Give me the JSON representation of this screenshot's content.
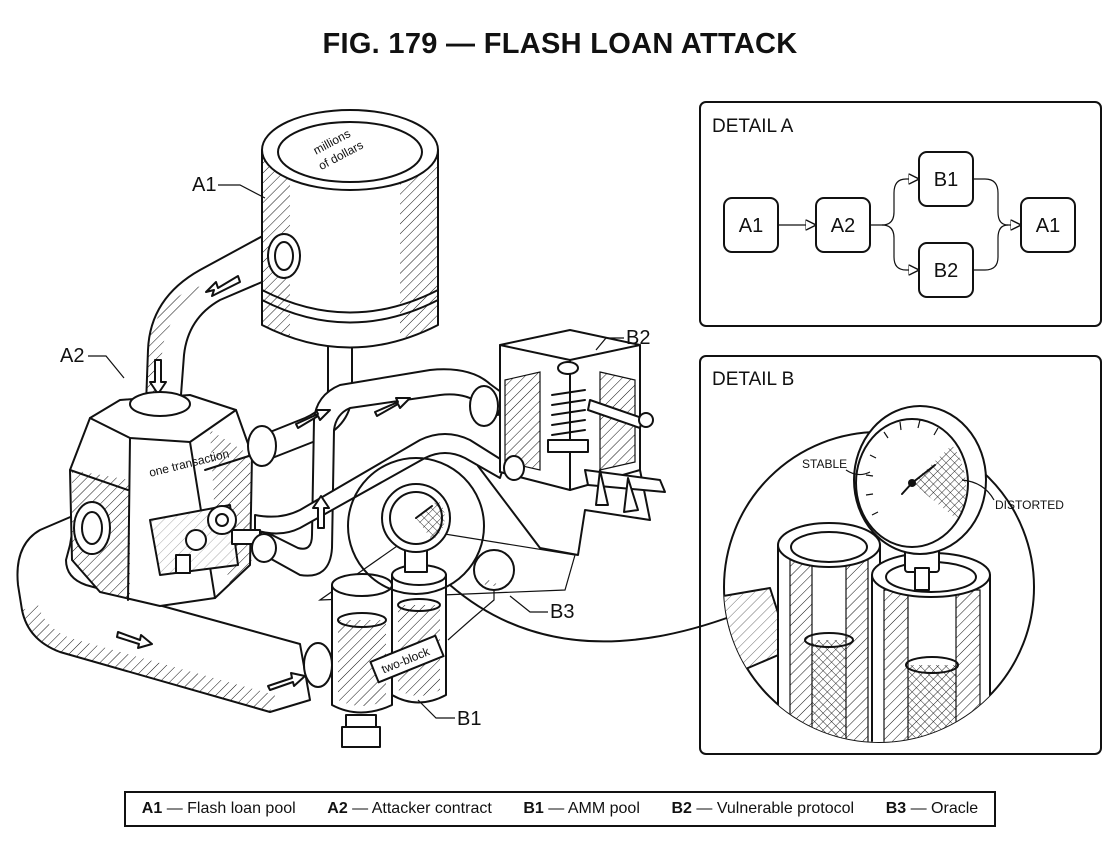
{
  "title": "FIG. 179 — FLASH LOAN ATTACK",
  "main": {
    "labels": {
      "a1": "A1",
      "a2": "A2",
      "b1": "B1",
      "b2": "B2",
      "b3": "B3"
    },
    "pool_label": "millions\nof dollars",
    "pool_label_lines": [
      "millions",
      "of dollars"
    ],
    "contract_label": "one transaction",
    "amm_label": "two-block"
  },
  "detail_a": {
    "title": "DETAIL A",
    "nodes": [
      "A1",
      "A2",
      "B1",
      "B2",
      "A1"
    ]
  },
  "detail_b": {
    "title": "DETAIL B",
    "stable_label": "STABLE",
    "distorted_label": "DISTORTED"
  },
  "legend": [
    {
      "key": "A1",
      "text": "— Flash loan pool"
    },
    {
      "key": "A2",
      "text": "— Attacker contract"
    },
    {
      "key": "B1",
      "text": "— AMM pool"
    },
    {
      "key": "B2",
      "text": "— Vulnerable protocol"
    },
    {
      "key": "B3",
      "text": "— Oracle"
    }
  ]
}
